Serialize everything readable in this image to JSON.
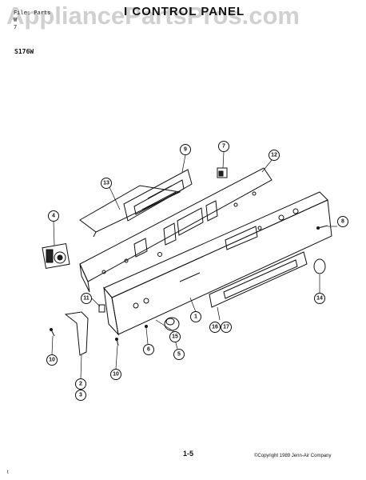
{
  "header": {
    "file_line": "File: Parts",
    "line2": "W",
    "line3": "7",
    "title": "I CONTROL PANEL",
    "model": "S176W"
  },
  "watermark": "AppliancePartsPros.com",
  "footer": {
    "page_number": "1-5",
    "copyright": "©Copyright 1989 Jenn-Air Company",
    "corner_mark": "t"
  },
  "callouts": [
    "13",
    "9",
    "7",
    "12",
    "4",
    "8",
    "11",
    "1",
    "14",
    "15",
    "16",
    "17",
    "6",
    "5",
    "10",
    "10",
    "2",
    "3"
  ]
}
